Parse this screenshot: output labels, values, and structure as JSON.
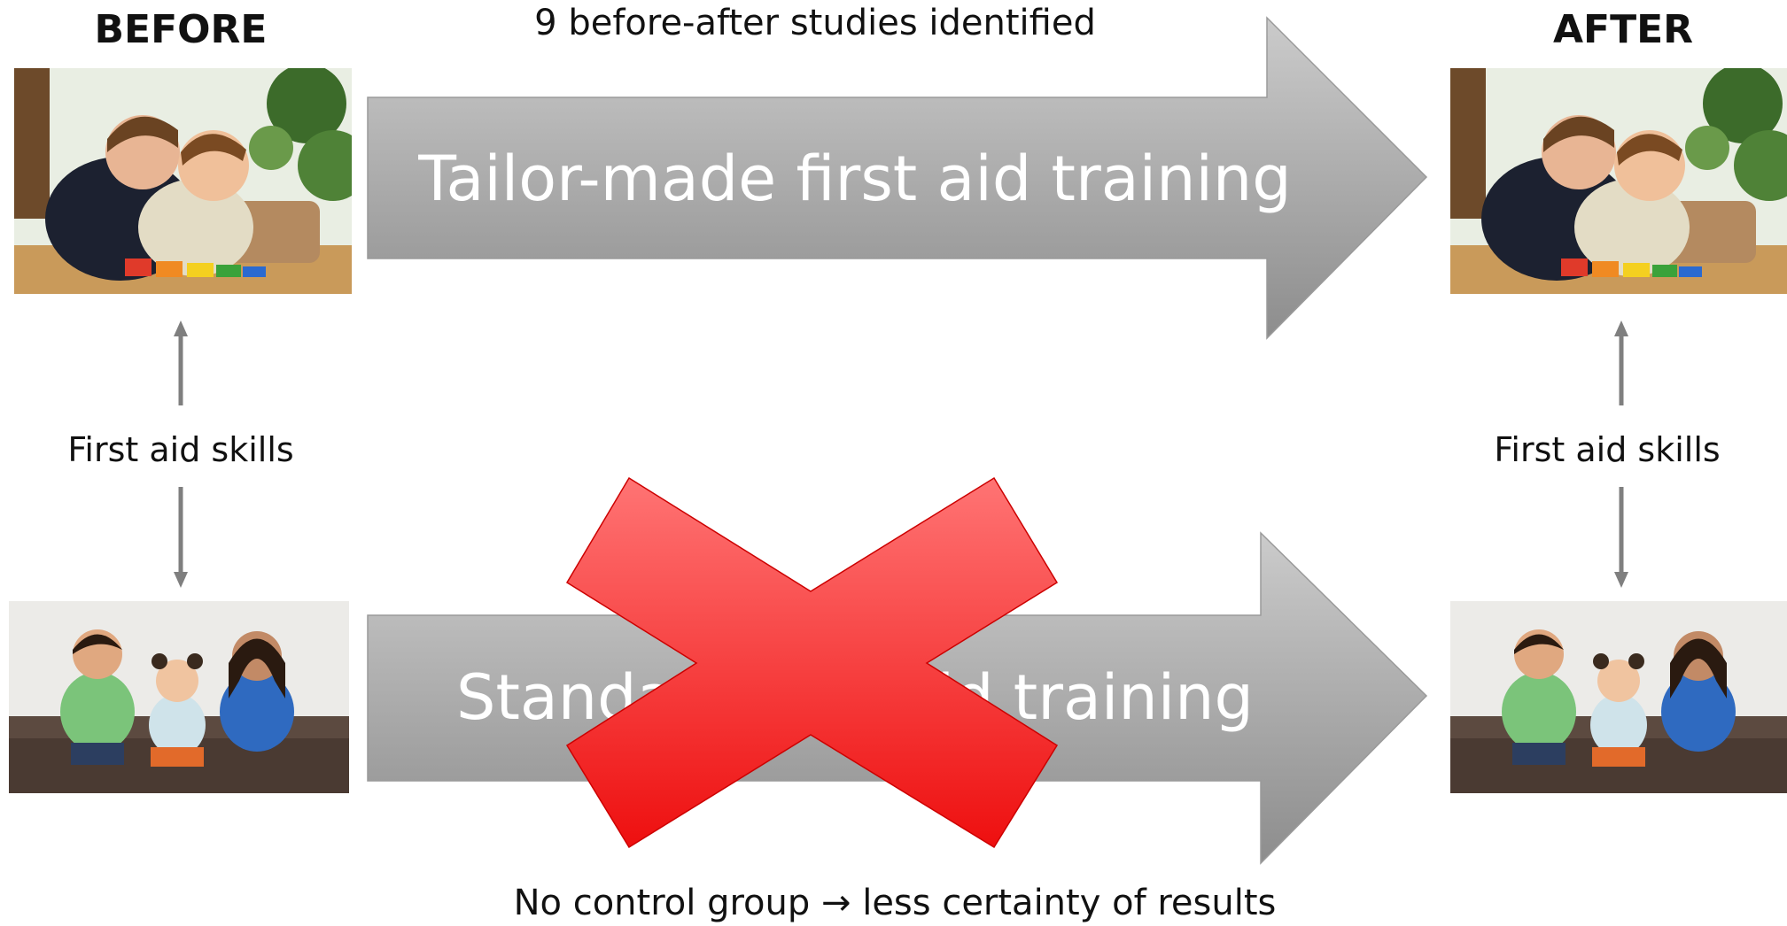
{
  "headings": {
    "before": "BEFORE",
    "after": "AFTER"
  },
  "top_caption": "9 before-after studies identified",
  "bottom_caption": "No control group → less certainty of results",
  "arrows": {
    "top_label": "Tailor-made first aid training",
    "bottom_label": "Standard first aid training"
  },
  "skills": {
    "left": "First aid skills",
    "right": "First aid skills"
  },
  "icons": {
    "cross": "red-x-cross-icon",
    "vertical_arrows": "up-down-arrow-icon"
  },
  "colors": {
    "arrow_light": "#c9c9c9",
    "arrow_dark": "#8e8e8e",
    "cross_light": "#ff7070",
    "cross_dark": "#ee1010",
    "connector": "#7f7f7f"
  },
  "photos": {
    "top": "Two boys hugging at a table with colored blocks",
    "bottom": "Three children sitting on a bed"
  }
}
